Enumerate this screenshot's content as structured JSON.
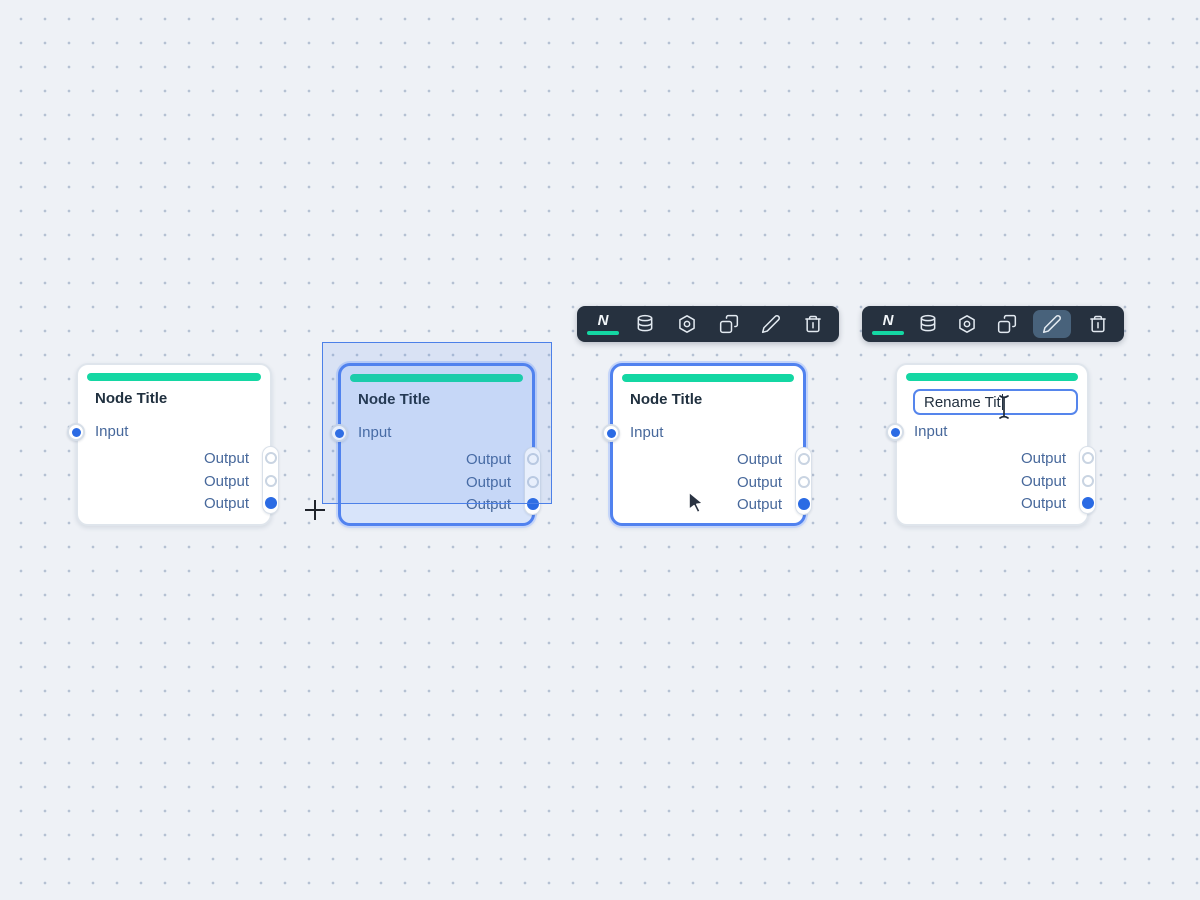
{
  "canvas": {
    "background": "#EEF1F6",
    "dot_color": "#B5C1D3"
  },
  "colors": {
    "accent_teal": "#14D7A3",
    "port_blue": "#2B6BE4",
    "selection_blue": "#5182EF",
    "marquee_blue": "#4C80E8",
    "toolbar_bg": "#26313F",
    "toolbar_active_bg": "#48627B",
    "title_text": "#20303F",
    "port_label_text": "#47689B"
  },
  "nodes": [
    {
      "state": "default",
      "title": "Node Title",
      "input_label": "Input",
      "input_connected": true,
      "output_labels": [
        "Output",
        "Output",
        "Output"
      ],
      "outputs_connected": [
        false,
        false,
        true
      ]
    },
    {
      "state": "selected-with-marquee",
      "title": "Node Title",
      "input_label": "Input",
      "input_connected": true,
      "output_labels": [
        "Output",
        "Output",
        "Output"
      ],
      "outputs_connected": [
        false,
        false,
        true
      ]
    },
    {
      "state": "selected-with-toolbar",
      "title": "Node Title",
      "input_label": "Input",
      "input_connected": true,
      "output_labels": [
        "Output",
        "Output",
        "Output"
      ],
      "outputs_connected": [
        false,
        false,
        true
      ]
    },
    {
      "state": "renaming",
      "rename_value": "Rename Tit",
      "input_label": "Input",
      "input_connected": true,
      "output_labels": [
        "Output",
        "Output",
        "Output"
      ],
      "outputs_connected": [
        false,
        false,
        true
      ]
    }
  ],
  "toolbars": [
    {
      "type_label": "N",
      "items": [
        "node-type",
        "data",
        "settings",
        "duplicate",
        "rename",
        "delete"
      ],
      "active_item": null
    },
    {
      "type_label": "N",
      "items": [
        "node-type",
        "data",
        "settings",
        "duplicate",
        "rename",
        "delete"
      ],
      "active_item": "rename"
    }
  ],
  "cursors": [
    "crosshair-cursor",
    "pointer-cursor",
    "text-cursor"
  ]
}
